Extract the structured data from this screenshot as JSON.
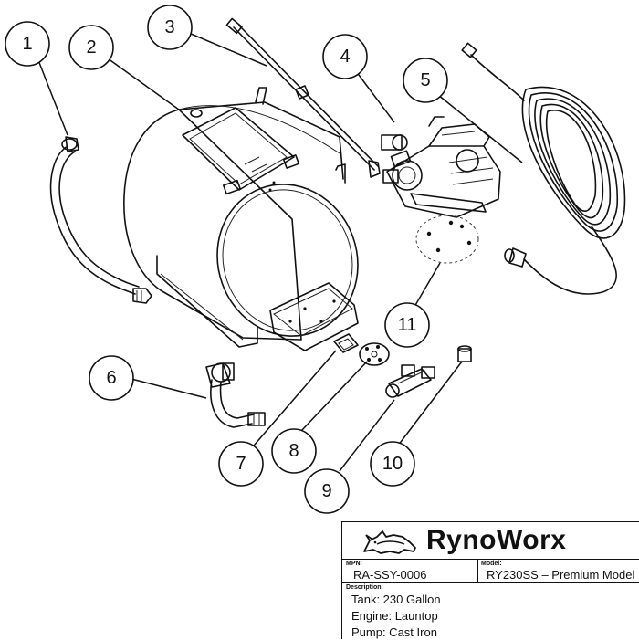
{
  "callouts": [
    "1",
    "2",
    "3",
    "4",
    "5",
    "6",
    "7",
    "8",
    "9",
    "10",
    "11"
  ],
  "title_block": {
    "brand": "RynoWorx",
    "mpn_label": "MPN:",
    "mpn_value": "RA-SSY-0006",
    "model_label": "Model:",
    "model_value": "RY230SS – Premium Model",
    "description_label": "Description:",
    "description_lines": [
      "Tank: 230 Gallon",
      "Engine: Launtop",
      "Pump: Cast Iron"
    ]
  }
}
